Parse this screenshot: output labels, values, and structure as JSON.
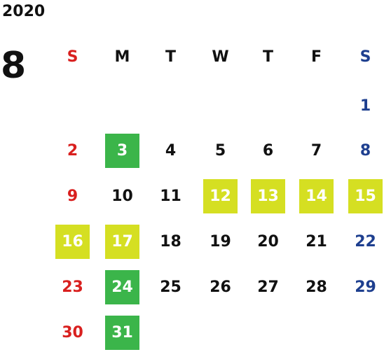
{
  "calendar": {
    "year": "2020",
    "month": "8",
    "weekdays": [
      "S",
      "M",
      "T",
      "W",
      "T",
      "F",
      "S"
    ],
    "colors": {
      "sunday": "#d9201f",
      "saturday": "#1e3f8f",
      "weekday": "#111111",
      "highlight_green": "#3bb54a",
      "highlight_yellow": "#d5df22"
    },
    "weeks": [
      [
        null,
        null,
        null,
        null,
        null,
        null,
        {
          "day": "1"
        }
      ],
      [
        {
          "day": "2"
        },
        {
          "day": "3",
          "highlight": "green"
        },
        {
          "day": "4"
        },
        {
          "day": "5"
        },
        {
          "day": "6"
        },
        {
          "day": "7"
        },
        {
          "day": "8"
        }
      ],
      [
        {
          "day": "9"
        },
        {
          "day": "10"
        },
        {
          "day": "11"
        },
        {
          "day": "12",
          "highlight": "yellow"
        },
        {
          "day": "13",
          "highlight": "yellow"
        },
        {
          "day": "14",
          "highlight": "yellow"
        },
        {
          "day": "15",
          "highlight": "yellow"
        }
      ],
      [
        {
          "day": "16",
          "highlight": "yellow"
        },
        {
          "day": "17",
          "highlight": "yellow"
        },
        {
          "day": "18"
        },
        {
          "day": "19"
        },
        {
          "day": "20"
        },
        {
          "day": "21"
        },
        {
          "day": "22"
        }
      ],
      [
        {
          "day": "23"
        },
        {
          "day": "24",
          "highlight": "green"
        },
        {
          "day": "25"
        },
        {
          "day": "26"
        },
        {
          "day": "27"
        },
        {
          "day": "28"
        },
        {
          "day": "29"
        }
      ],
      [
        {
          "day": "30"
        },
        {
          "day": "31",
          "highlight": "green"
        },
        null,
        null,
        null,
        null,
        null
      ]
    ]
  }
}
